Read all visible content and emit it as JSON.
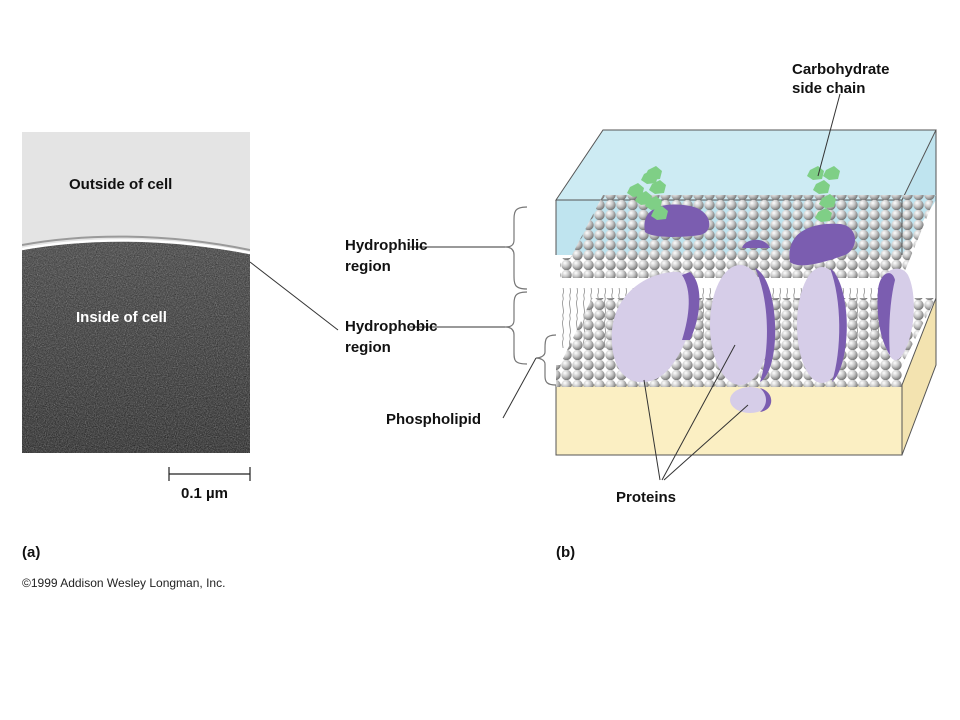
{
  "micrograph": {
    "outside_label": "Outside of cell",
    "inside_label": "Inside of cell",
    "scale_bar_label": "0.1 µm"
  },
  "membrane": {
    "labels": {
      "carbohydrate": [
        "Carbohydrate",
        "side chain"
      ],
      "hydrophilic": [
        "Hydrophilic",
        "region"
      ],
      "hydrophobic": [
        "Hydrophobic",
        "region"
      ],
      "phospholipid": "Phospholipid",
      "proteins": "Proteins"
    },
    "colors": {
      "extracellular": "#bfe4ef",
      "cytoplasm": "#fbefc3",
      "protein_light": "#d6cde8",
      "protein_dark": "#7b5db0",
      "carbohydrate": "#7fcf86",
      "lipid_head": "#bdbdbd"
    }
  },
  "panels": {
    "a": "(a)",
    "b": "(b)"
  },
  "copyright": "©1999 Addison Wesley Longman, Inc."
}
